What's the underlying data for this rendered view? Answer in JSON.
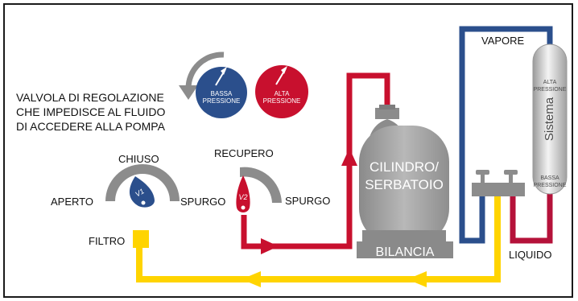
{
  "colors": {
    "red": "#c8102e",
    "blue": "#2b4f8c",
    "yellow": "#ffd400",
    "gray": "#8c8c8c",
    "dark_red": "#b5123a"
  },
  "gauges": {
    "low_line1": "BASSA",
    "low_line2": "PRESSIONE",
    "high_line1": "ALTA",
    "high_line2": "PRESSIONE"
  },
  "valve_text": {
    "line1": "VALVOLA DI REGOLAZIONE",
    "line2": "CHE IMPEDISCE AL FLUIDO",
    "line3": "DI ACCEDERE ALLA POMPA"
  },
  "valve1": {
    "badge": "V1",
    "top": "CHIUSO",
    "left": "APERTO",
    "right": "SPURGO"
  },
  "valve2": {
    "badge": "V2",
    "top": "RECUPERO",
    "right": "SPURGO"
  },
  "filter_label": "FILTRO",
  "tank": {
    "line1": "CILINDRO/",
    "line2": "SERBATOIO",
    "scale": "BILANCIA"
  },
  "system": {
    "name": "Sistema",
    "high_line1": "ALTA",
    "high_line2": "PRESSIONE",
    "low_line1": "BASSA",
    "low_line2": "PRESSIONE"
  },
  "vapor_label": "VAPORE",
  "liquid_label": "LIQUIDO"
}
